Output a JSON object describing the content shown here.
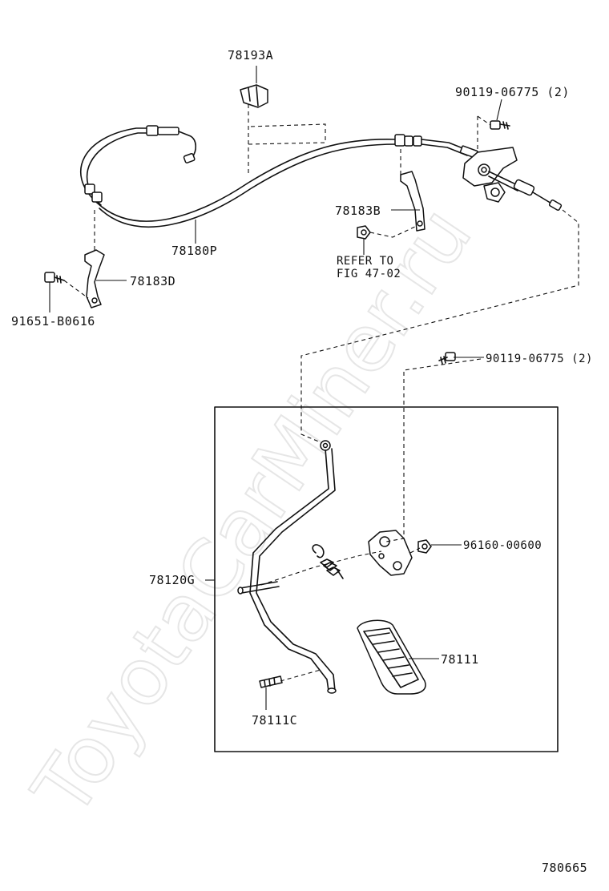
{
  "watermark": "ToyotaCarMiner.ru",
  "figure_number": "780665",
  "refer_note": [
    "REFER TO",
    "FIG 47-02"
  ],
  "labels": {
    "p78193A": "78193A",
    "p90119_top": "90119-06775 (2)",
    "p78183B": "78183B",
    "p78180P": "78180P",
    "p78183D": "78183D",
    "p91651": "91651-B0616",
    "p90119_mid": "90119-06775 (2)",
    "p96160": "96160-00600",
    "p78120G": "78120G",
    "p78111": "78111",
    "p78111C": "78111C"
  }
}
